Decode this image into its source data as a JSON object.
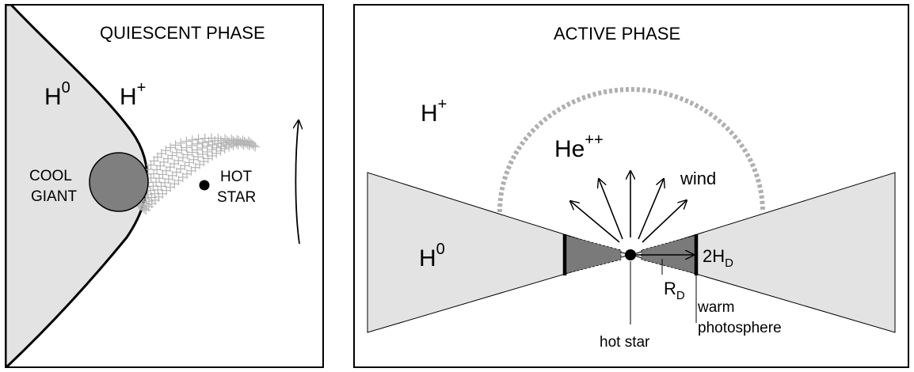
{
  "left_panel": {
    "title": "QUIESCENT PHASE",
    "neutral_region": {
      "base": "H",
      "sup": "0"
    },
    "ionized_region": {
      "base": "H",
      "sup": "+"
    },
    "cool_giant": [
      "COOL",
      "GIANT"
    ],
    "hot_star": [
      "HOT",
      "STAR"
    ]
  },
  "right_panel": {
    "title": "ACTIVE PHASE",
    "ionized_region": {
      "base": "H",
      "sup": "+"
    },
    "helium_region": {
      "base": "He",
      "sup": "++"
    },
    "neutral_region": {
      "base": "H",
      "sup": "0"
    },
    "wind": "wind",
    "disk_height": {
      "base": "2H",
      "sub": "D"
    },
    "disk_radius": {
      "base": "R",
      "sub": "D"
    },
    "warm_photosphere": [
      "warm",
      "photosphere"
    ],
    "hot_star": "hot star"
  },
  "colors": {
    "neutral_fill": "#e3e3e3",
    "giant_fill": "#7f7f7f",
    "disk_fill": "#7a7a7a",
    "stream": "#b5b5b5",
    "helium_shell": "#b0b0b0",
    "line": "#000000"
  }
}
